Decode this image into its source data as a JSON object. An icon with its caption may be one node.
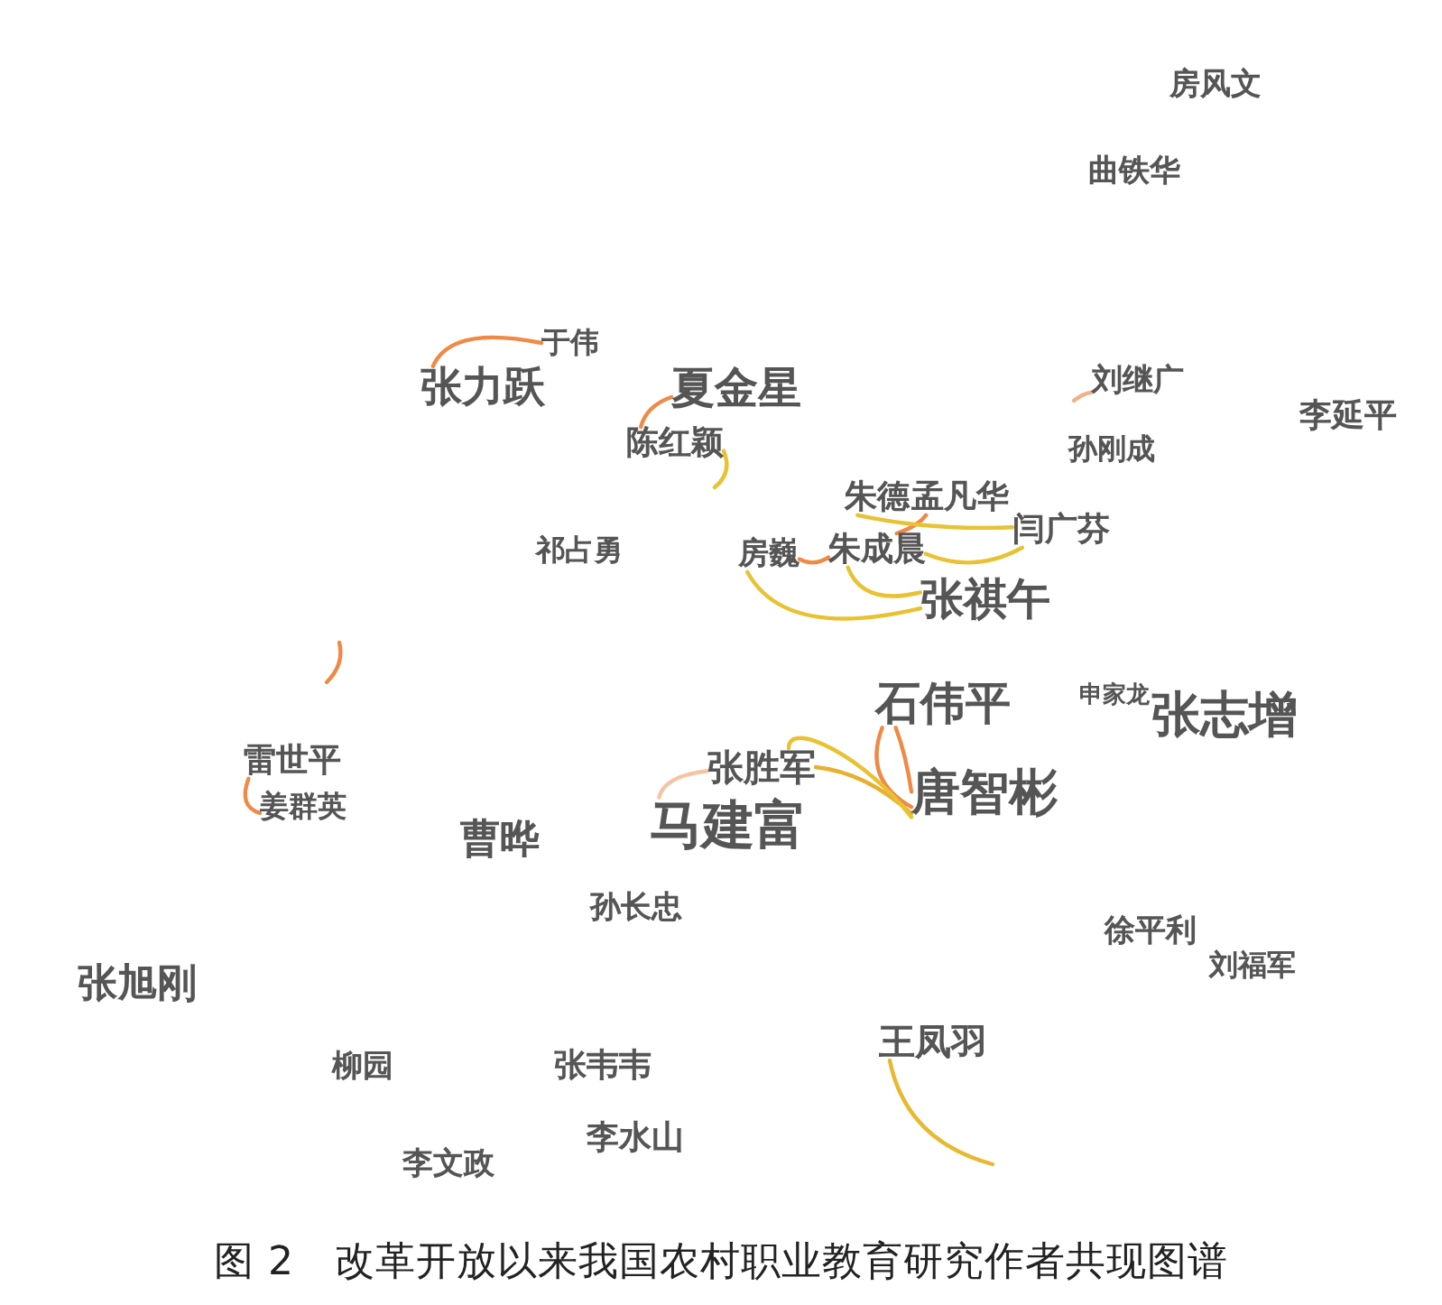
{
  "diagram": {
    "caption": "图 2　改革开放以来我国农村职业教育研究作者共现图谱",
    "nodes": [
      {
        "text": [
          "房风文"
        ]
      },
      {
        "text": [
          "曲铁华"
        ]
      },
      {
        "text": [
          "于伟"
        ]
      },
      {
        "text": [
          "张力跃"
        ]
      },
      {
        "text": [
          "夏金星"
        ]
      },
      {
        "text": [
          "刘继广"
        ]
      },
      {
        "text": [
          "李延平"
        ]
      },
      {
        "text": [
          "陈红颖"
        ]
      },
      {
        "text": [
          "孙刚成"
        ]
      },
      {
        "text": [
          "朱德"
        ]
      },
      {
        "text": [
          "孟凡华"
        ]
      },
      {
        "text": [
          "闫广芬"
        ]
      },
      {
        "text": [
          "祁占勇"
        ]
      },
      {
        "text": [
          "房巍"
        ]
      },
      {
        "text": [
          "朱成晨"
        ]
      },
      {
        "text": [
          "张祺午"
        ]
      },
      {
        "text": [
          "石伟平"
        ]
      },
      {
        "text": [
          "申家龙"
        ]
      },
      {
        "text": [
          "张志增"
        ]
      },
      {
        "text": [
          "雷世平"
        ]
      },
      {
        "text": [
          "张胜军"
        ]
      },
      {
        "text": [
          "唐智彬"
        ]
      },
      {
        "text": [
          "姜群英"
        ]
      },
      {
        "text": [
          "马建富"
        ]
      },
      {
        "text": [
          "曹晔"
        ]
      },
      {
        "text": [
          "孙长忠"
        ]
      },
      {
        "text": [
          "徐平利"
        ]
      },
      {
        "text": [
          "刘福军"
        ]
      },
      {
        "text": [
          "张旭刚"
        ]
      },
      {
        "text": [
          "王凤羽"
        ]
      },
      {
        "text": [
          "柳园"
        ]
      },
      {
        "text": [
          "张韦韦"
        ]
      },
      {
        "text": [
          "李水山"
        ]
      },
      {
        "text": [
          "李文政"
        ]
      }
    ],
    "edges": [
      {
        "from": 3,
        "to": 2,
        "arrow": "none",
        "color": "#ef8a45"
      },
      {
        "from": 4,
        "to": 7,
        "arrow": "none",
        "color": "#ef8a45"
      },
      {
        "from": 7,
        "to": null,
        "arrow": "none",
        "color": "#e8c232"
      },
      {
        "from": 10,
        "to": 14,
        "arrow": "none",
        "color": "#ef8a45"
      },
      {
        "from": 9,
        "to": 11,
        "arrow": "none",
        "color": "#e8c232"
      },
      {
        "from": 14,
        "to": 11,
        "arrow": "none",
        "color": "#e8c232"
      },
      {
        "from": 13,
        "to": 14,
        "arrow": "none",
        "color": "#ef8a45"
      },
      {
        "from": 13,
        "to": 15,
        "arrow": "none",
        "color": "#e8c232"
      },
      {
        "from": 14,
        "to": 15,
        "arrow": "none",
        "color": "#e8c232"
      },
      {
        "from": 5,
        "to": null,
        "arrow": "none",
        "color": "#f0b08a"
      },
      {
        "from": 16,
        "to": 21,
        "arrow": "none",
        "color": "#ef8a45"
      },
      {
        "from": 16,
        "to": 21,
        "arrow": "none",
        "color": "#ef8a45"
      },
      {
        "from": 20,
        "to": 21,
        "arrow": "none",
        "color": "#e8b030"
      },
      {
        "from": 20,
        "to": 21,
        "arrow": "none",
        "color": "#e8c232"
      },
      {
        "from": 23,
        "to": 20,
        "arrow": "none",
        "color": "#f5c4a5"
      },
      {
        "from": 19,
        "to": 22,
        "arrow": "none",
        "color": "#ef8a45"
      },
      {
        "from": 29,
        "to": null,
        "arrow": "none",
        "color": "#e8b830"
      }
    ]
  }
}
